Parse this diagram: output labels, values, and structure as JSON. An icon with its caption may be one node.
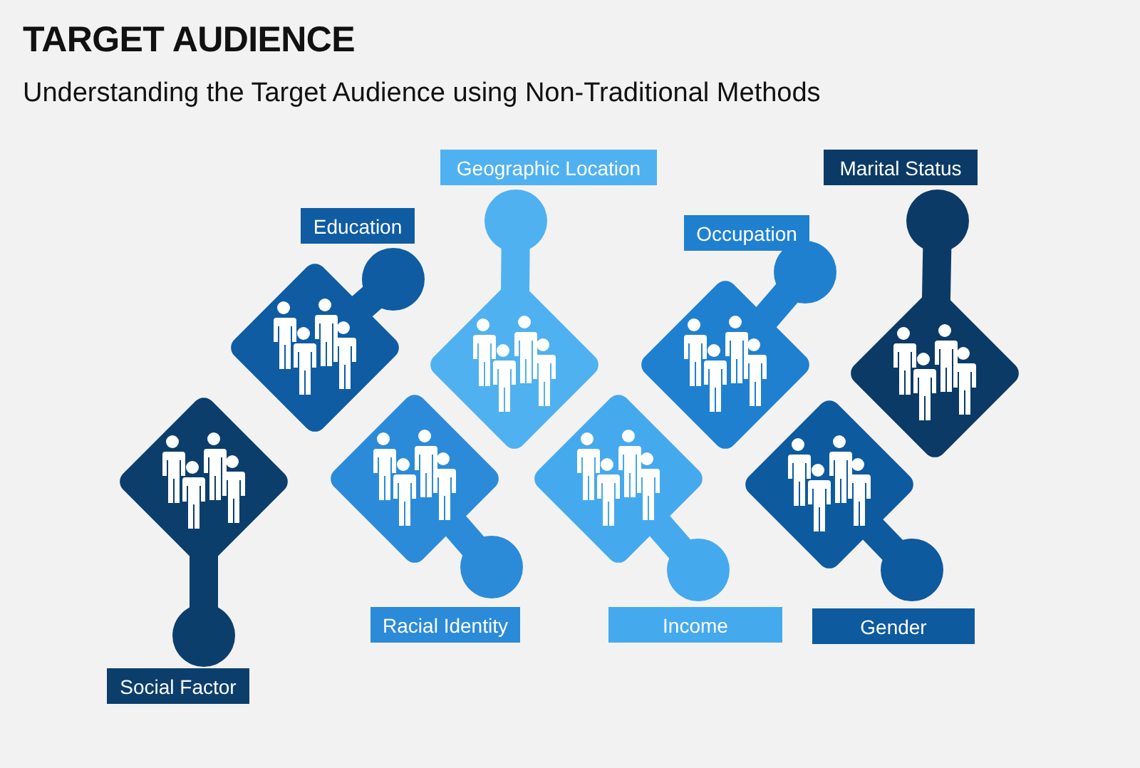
{
  "diagram": {
    "title": "TARGET AUDIENCE",
    "nodes": [
      {
        "text": [
          "Social Factor"
        ]
      },
      {
        "text": [
          "Education"
        ]
      },
      {
        "text": [
          "Racial Identity"
        ]
      },
      {
        "text": [
          "Geographic Location"
        ]
      },
      {
        "text": [
          "Income"
        ]
      },
      {
        "text": [
          "Occupation"
        ]
      },
      {
        "text": [
          "Gender"
        ]
      },
      {
        "text": [
          "Marital Status"
        ]
      }
    ],
    "labels": [
      "Understanding the Target Audience using Non-Traditional Methods"
    ]
  }
}
